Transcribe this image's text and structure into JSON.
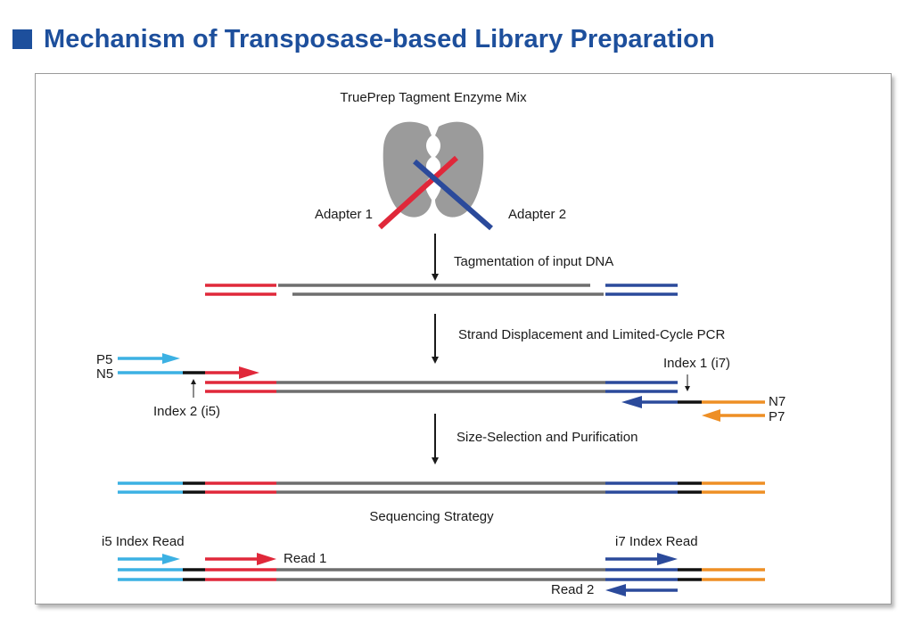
{
  "page": {
    "title": "Mechanism of Transposase-based Library Preparation"
  },
  "diagram": {
    "enzyme_label": "TruePrep Tagment Enzyme Mix",
    "adapter1_label": "Adapter 1",
    "adapter2_label": "Adapter 2",
    "step1_label": "Tagmentation of input DNA",
    "step2_label": "Strand Displacement and Limited-Cycle PCR",
    "step3_label": "Size-Selection and Purification",
    "p5_label": "P5",
    "n5_label": "N5",
    "index2_label": "Index 2 (i5)",
    "index1_label": "Index 1 (i7)",
    "n7_label": "N7",
    "p7_label": "P7",
    "sequencing_label": "Sequencing Strategy",
    "i5_read_label": "i5 Index Read",
    "read1_label": "Read 1",
    "i7_read_label": "i7 Index Read",
    "read2_label": "Read 2"
  },
  "colors": {
    "title": "#1d4f9c",
    "adapter1_red": "#e0283a",
    "adapter2_blue": "#2b4a9b",
    "p5_cyan": "#3cb1e3",
    "p7_orange": "#ee8f25",
    "insert_gray": "#6e6e6e",
    "index_black": "#111111",
    "enzyme_gray": "#9b9b9b"
  }
}
